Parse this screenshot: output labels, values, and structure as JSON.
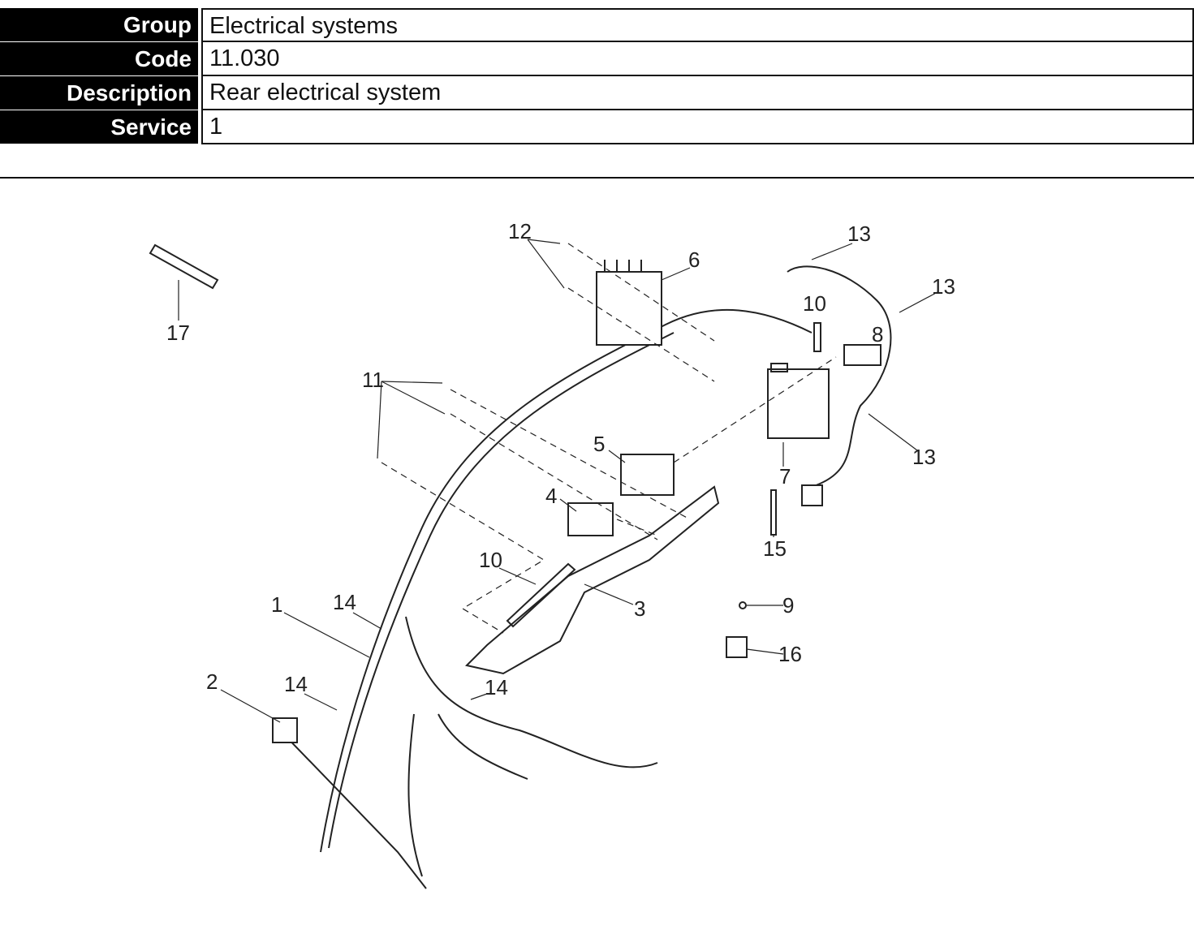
{
  "header": {
    "rows": [
      {
        "label": "Group",
        "value": "Electrical systems"
      },
      {
        "label": "Code",
        "value": "11.030"
      },
      {
        "label": "Description",
        "value": "Rear electrical system"
      },
      {
        "label": "Service",
        "value": "1"
      }
    ]
  },
  "diagram": {
    "callouts": [
      "17",
      "12",
      "6",
      "13",
      "13",
      "10",
      "8",
      "11",
      "5",
      "7",
      "13",
      "4",
      "15",
      "10",
      "3",
      "1",
      "14",
      "9",
      "16",
      "2",
      "14",
      "14"
    ]
  }
}
